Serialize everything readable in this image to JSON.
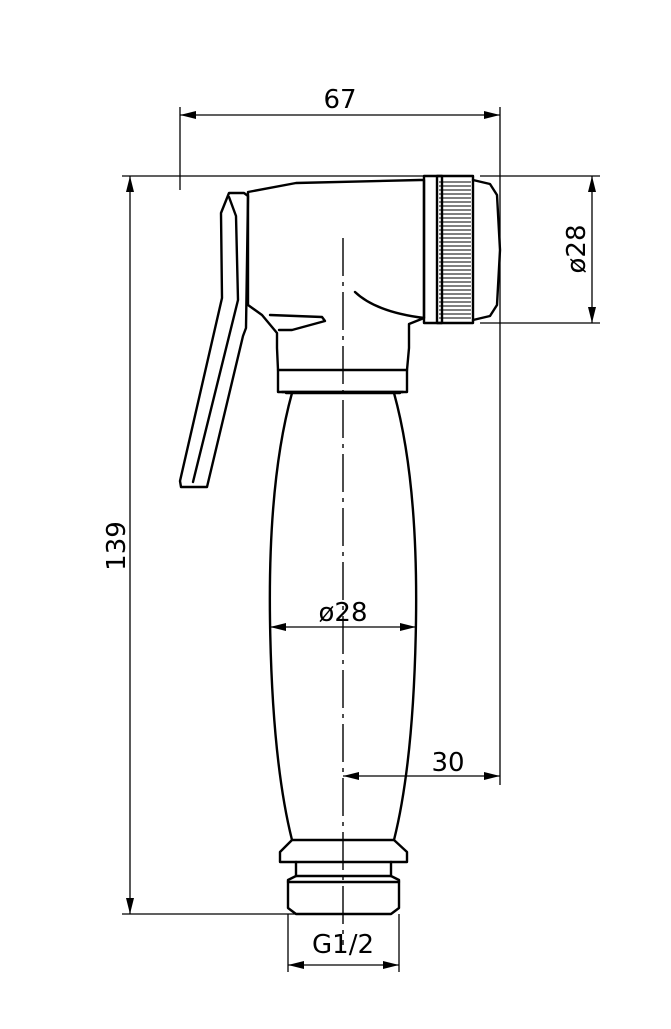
{
  "drawing": {
    "subject": "hand shower technical drawing",
    "dimensions": {
      "overall_width": "67",
      "head_diameter": "ø28",
      "overall_height": "139",
      "handle_diameter": "ø28",
      "axis_offset": "30",
      "thread": "G1/2"
    }
  }
}
